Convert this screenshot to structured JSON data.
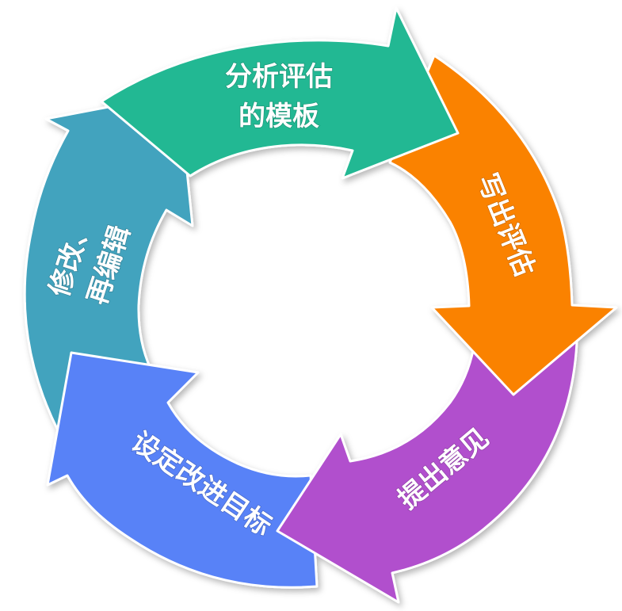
{
  "diagram": {
    "type": "cycle",
    "segments": [
      {
        "id": "s1",
        "label_lines": [
          "分析评估",
          "的模板"
        ],
        "color": "#22B893"
      },
      {
        "id": "s2",
        "label_lines": [
          "写出评估"
        ],
        "color": "#FA8205"
      },
      {
        "id": "s3",
        "label_lines": [
          "提出意见"
        ],
        "color": "#B150CD"
      },
      {
        "id": "s4",
        "label_lines": [
          "设定改进目标"
        ],
        "color": "#5882F7"
      },
      {
        "id": "s5",
        "label_lines": [
          "修改、",
          "再编辑"
        ],
        "color": "#43A3BE"
      }
    ]
  }
}
